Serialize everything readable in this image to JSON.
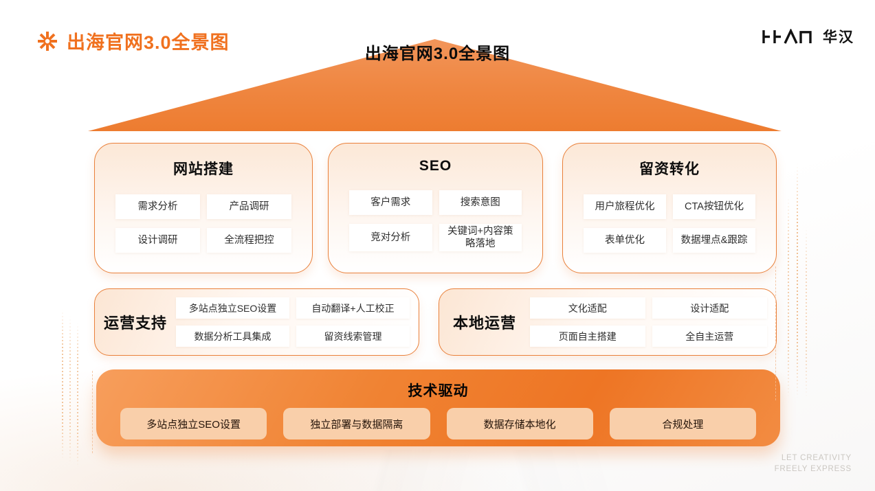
{
  "header": {
    "title": "出海官网3.0全景图",
    "logo_text": "华汉"
  },
  "roof": {
    "title": "出海官网3.0全景图"
  },
  "pillars": [
    {
      "title": "网站搭建",
      "items": [
        "需求分析",
        "产品调研",
        "设计调研",
        "全流程把控"
      ]
    },
    {
      "title": "SEO",
      "items": [
        "客户需求",
        "搜索意图",
        "竞对分析",
        "关键词+内容策略落地"
      ]
    },
    {
      "title": "留资转化",
      "items": [
        "用户旅程优化",
        "CTA按钮优化",
        "表单优化",
        "数据埋点&跟踪"
      ]
    }
  ],
  "support": [
    {
      "title": "运营支持",
      "items": [
        "多站点独立SEO设置",
        "自动翻译+人工校正",
        "数据分析工具集成",
        "留资线索管理"
      ]
    },
    {
      "title": "本地运营",
      "items": [
        "文化适配",
        "设计适配",
        "页面自主搭建",
        "全自主运营"
      ]
    }
  ],
  "foundation": {
    "title": "技术驱动",
    "items": [
      "多站点独立SEO设置",
      "独立部署与数据隔离",
      "数据存储本地化",
      "合规处理"
    ]
  },
  "footer": {
    "line1": "LET CREATIVITY",
    "line2": "FREELY EXPRESS"
  },
  "colors": {
    "accent": "#F0711F",
    "box_border": "#E9803A",
    "box_fill_top": "#FCE8D7",
    "roof_orange": "#EF8640",
    "bar_orange": "#EE7524",
    "peach_pill": "#F9CFAA",
    "footer_gray": "#CBC7C2"
  }
}
